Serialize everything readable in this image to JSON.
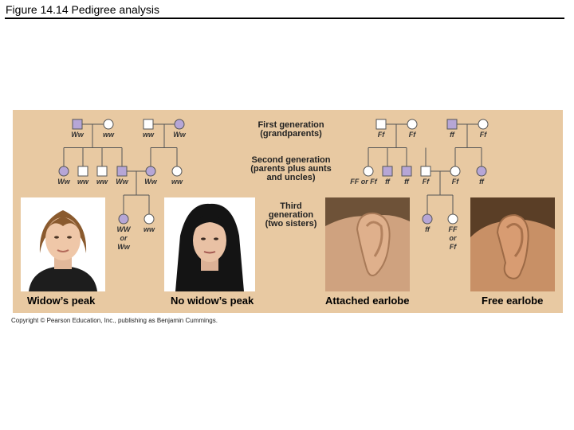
{
  "header": {
    "title": "Figure 14.14  Pedigree analysis"
  },
  "generations": {
    "first": [
      "First generation",
      "(grandparents)"
    ],
    "second": [
      "Second generation",
      "(parents plus aunts",
      "and uncles)"
    ],
    "third": [
      "Third",
      "generation",
      "(two sisters)"
    ]
  },
  "pedigree_left": {
    "gen1": [
      "Ww",
      "ww",
      "ww",
      "Ww"
    ],
    "gen2": [
      "Ww",
      "ww",
      "ww",
      "Ww",
      "Ww",
      "ww"
    ],
    "gen3": [
      [
        "WW",
        "or",
        "Ww"
      ],
      [
        "ww"
      ]
    ]
  },
  "pedigree_right": {
    "gen1": [
      "Ff",
      "Ff",
      "ff",
      "Ff"
    ],
    "gen2": [
      "FF or Ff",
      "ff",
      "ff",
      "Ff",
      "Ff",
      "ff"
    ],
    "gen3": [
      [
        "ff"
      ],
      [
        "FF",
        "or",
        "Ff"
      ]
    ]
  },
  "captions": {
    "widow": "Widow’s peak",
    "no_widow": "No widow’s peak",
    "attached": "Attached earlobe",
    "free": "Free earlobe"
  },
  "copyright": "Copyright © Pearson Education, Inc., publishing as Benjamin Cummings.",
  "colors": {
    "panel": "#e8c9a2",
    "affected": "#b6a6d6",
    "unaffected": "#ffffff",
    "line": "#555555"
  }
}
